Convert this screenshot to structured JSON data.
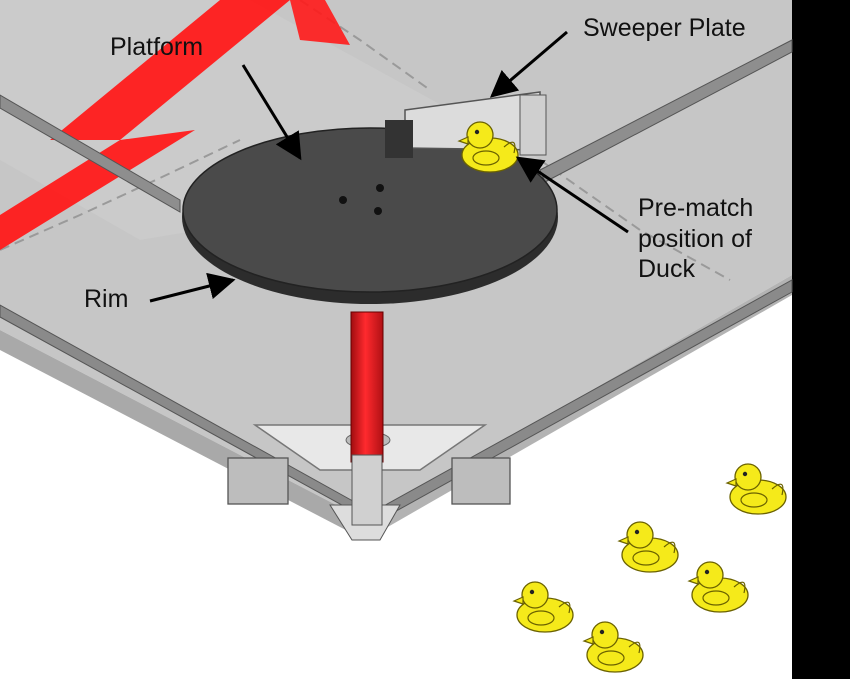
{
  "labels": {
    "platform": "Platform",
    "sweeper_plate": "Sweeper Plate",
    "prematch_position": [
      "Pre-match",
      "position of",
      "Duck"
    ],
    "rim": "Rim"
  },
  "colors": {
    "background": "#000000",
    "field_tile": "#c4c4c4",
    "field_white": "#ffffff",
    "tape": "#ff1a1a",
    "platform": "#4a4a4a",
    "pole": "#e0141a",
    "duck": "#f5ea1a"
  },
  "icons": [
    "duck-icon",
    "arrow-icon"
  ]
}
